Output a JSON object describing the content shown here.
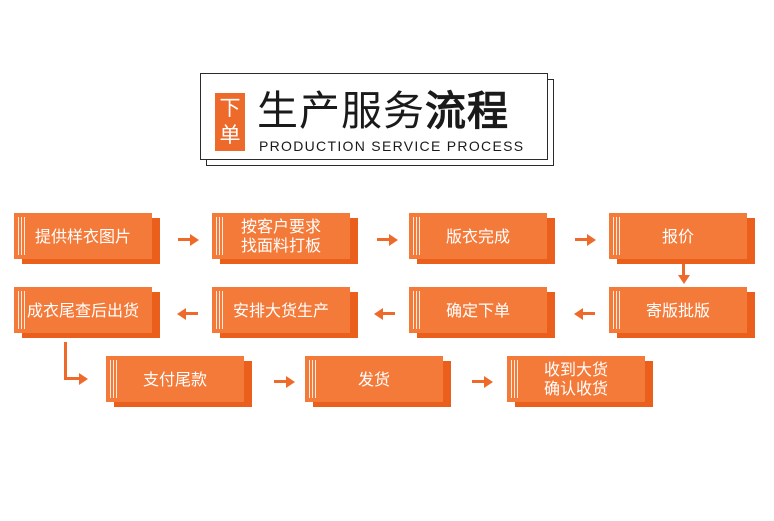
{
  "header": {
    "badge_line1": "下",
    "badge_line2": "单",
    "title_normal": "生产服务",
    "title_bold": "流程",
    "subtitle": "PRODUCTION SERVICE PROCESS"
  },
  "steps": {
    "s1": "提供样衣图片",
    "s2": "按客户要求\n找面料打板",
    "s3": "版衣完成",
    "s4": "报价",
    "s5": "寄版批版",
    "s6": "确定下单",
    "s7": "安排大货生产",
    "s8": "成衣尾查后出货",
    "s9": "支付尾款",
    "s10": "发货",
    "s11": "收到大货\n确认收货"
  },
  "colors": {
    "accent": "#f47a3a",
    "accent_dark": "#ea5f1c",
    "arrow": "#ee6a2a",
    "text_dark": "#1a1a1a"
  }
}
